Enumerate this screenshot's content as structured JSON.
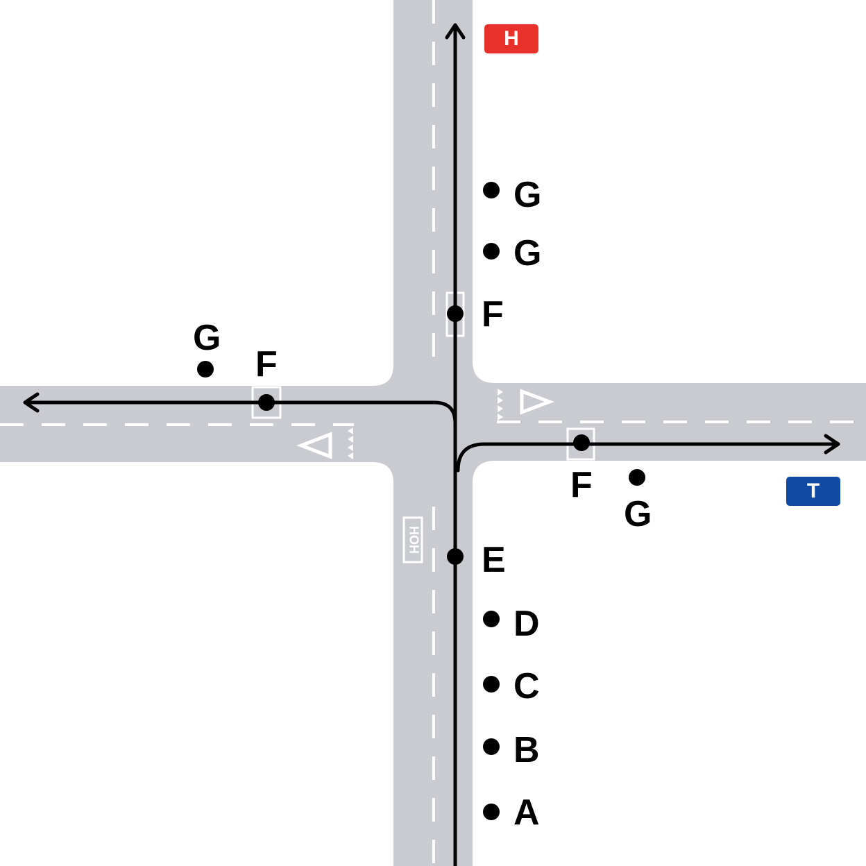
{
  "colors": {
    "road": "#c9cbd0",
    "route": "#000000",
    "lane_marking": "#ffffff",
    "hospital_sign": "#e8312b",
    "t_sign": "#114aa5"
  },
  "signs": {
    "hospital": {
      "text": "H",
      "icon": "hospital-sign-icon"
    },
    "t": {
      "text": "T",
      "icon": "t-sign-icon"
    }
  },
  "road_marking": {
    "text": "HOH"
  },
  "labels": {
    "north_g1": "G",
    "north_g2": "G",
    "north_f": "F",
    "west_g": "G",
    "west_f": "F",
    "east_f": "F",
    "east_g": "G",
    "south_e": "E",
    "south_d": "D",
    "south_c": "C",
    "south_b": "B",
    "south_a": "A"
  }
}
